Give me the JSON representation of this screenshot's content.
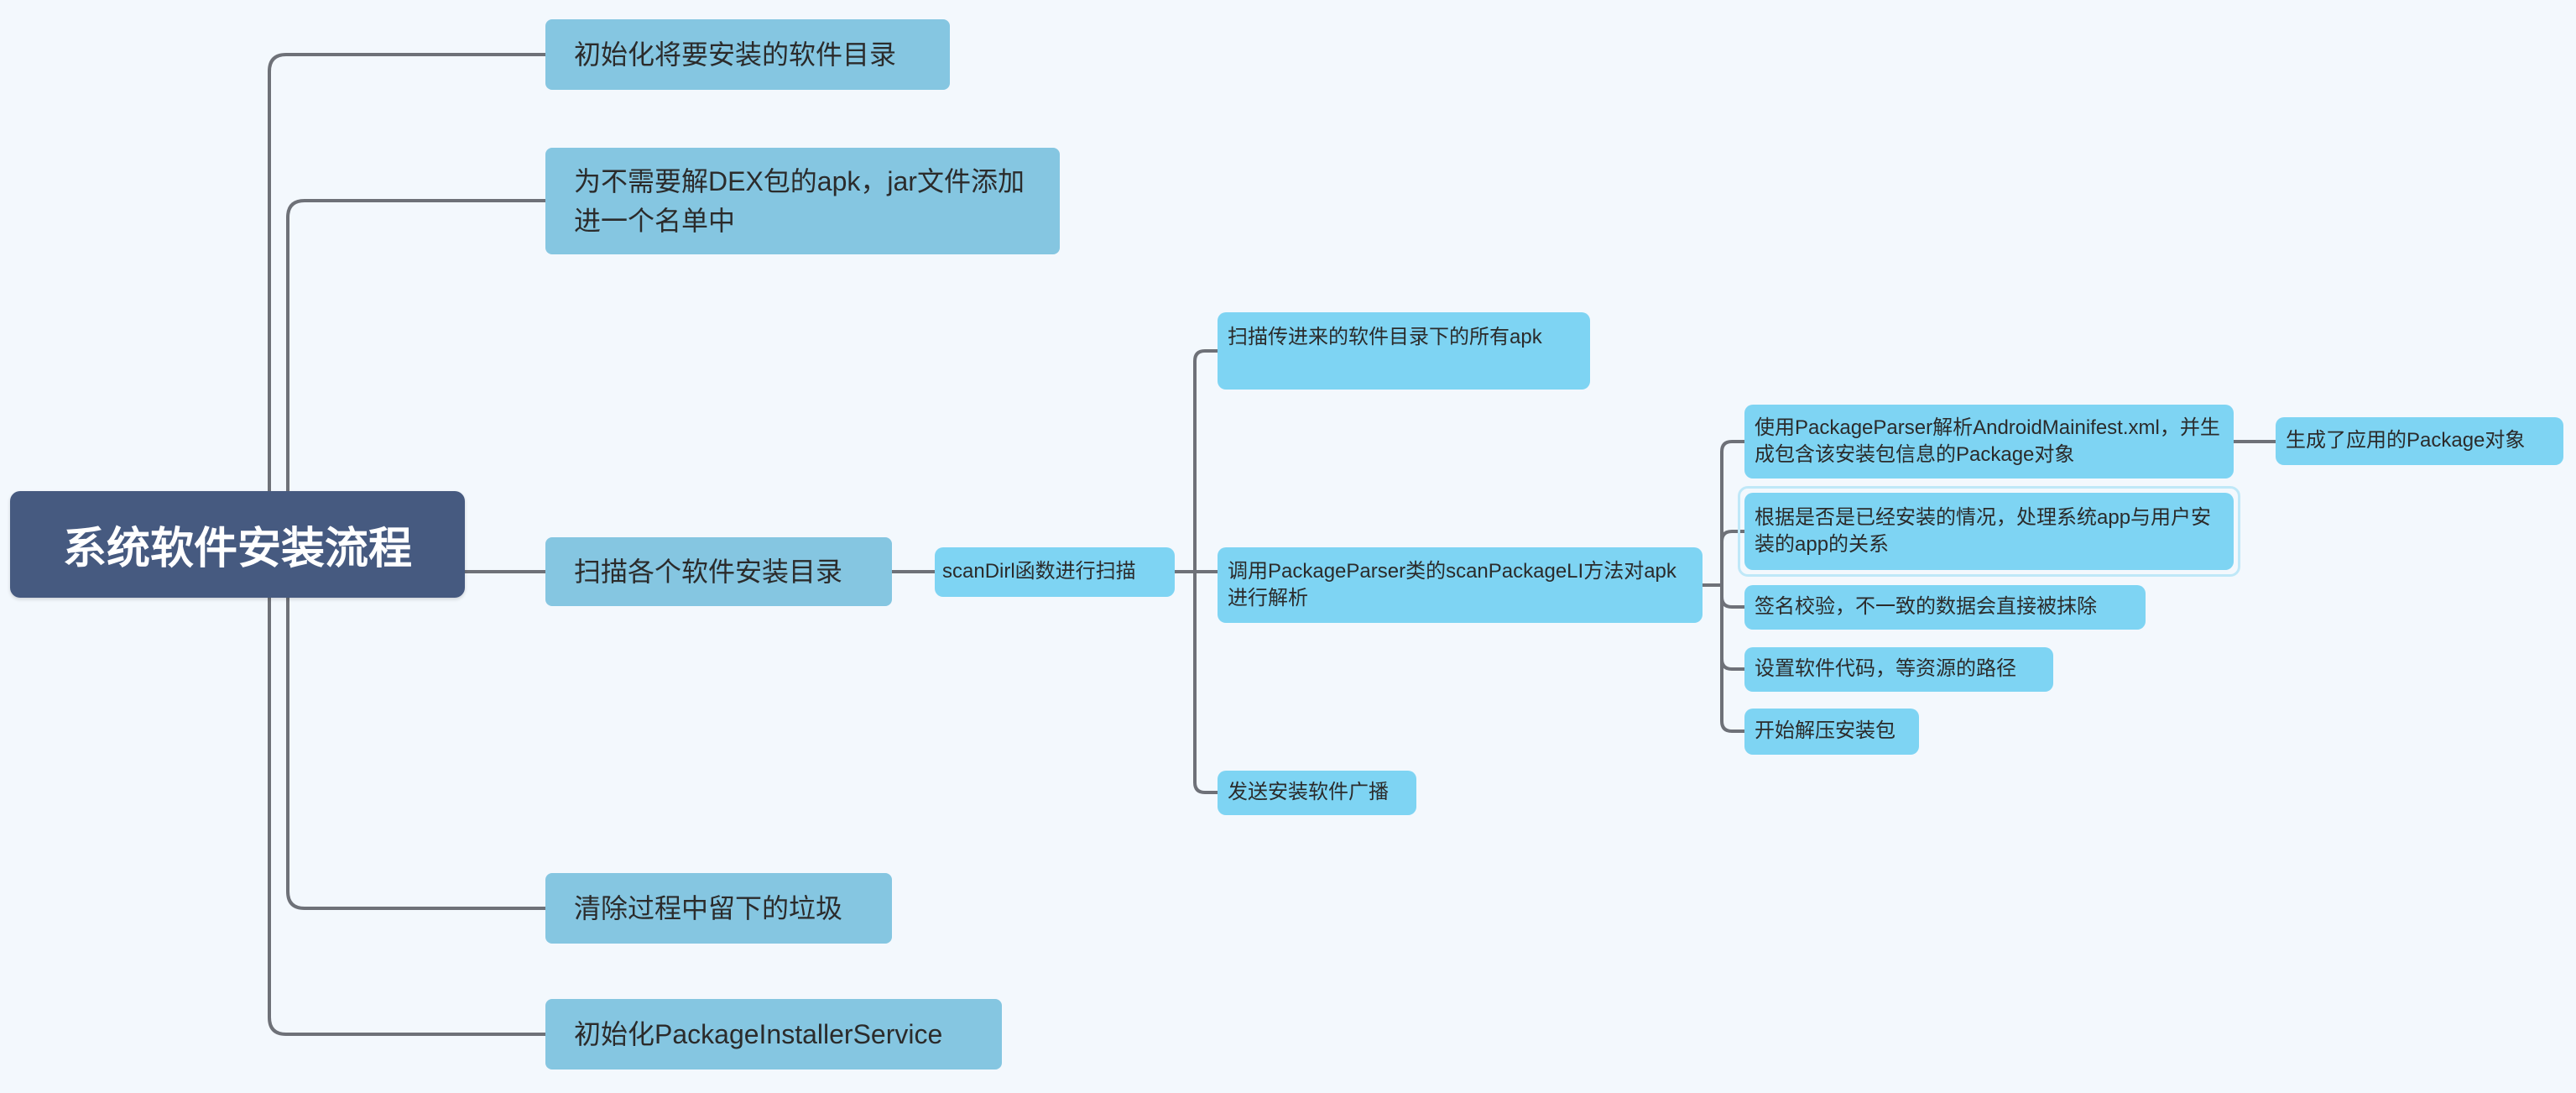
{
  "colors": {
    "background": "#f3f8fd",
    "root": "#465a80",
    "level1": "#85c6e1",
    "level2": "#7ed4f3",
    "line": "#6e7178"
  },
  "root": {
    "label": "系统软件安装流程"
  },
  "topics": [
    {
      "label": "初始化将要安装的软件目录"
    },
    {
      "label": "为不需要解DEX包的apk，jar文件添加进一个名单中"
    },
    {
      "label": "扫描各个软件安装目录",
      "subtopic": {
        "label": "scanDirl函数进行扫描",
        "children": [
          {
            "label": "扫描传进来的软件目录下的所有apk"
          },
          {
            "label": "调用PackageParser类的scanPackageLI方法对apk进行解析",
            "children": [
              {
                "label": "使用PackageParser解析AndroidMainifest.xml，并生成包含该安装包信息的Package对象",
                "children": [
                  {
                    "label": "生成了应用的Package对象"
                  }
                ]
              },
              {
                "label": "根据是否是已经安装的情况，处理系统app与用户安装的app的关系"
              },
              {
                "label": "签名校验，不一致的数据会直接被抹除"
              },
              {
                "label": "设置软件代码，等资源的路径"
              },
              {
                "label": "开始解压安装包"
              }
            ]
          },
          {
            "label": "发送安装软件广播"
          }
        ]
      }
    },
    {
      "label": "清除过程中留下的垃圾"
    },
    {
      "label": "初始化PackageInstallerService"
    }
  ]
}
